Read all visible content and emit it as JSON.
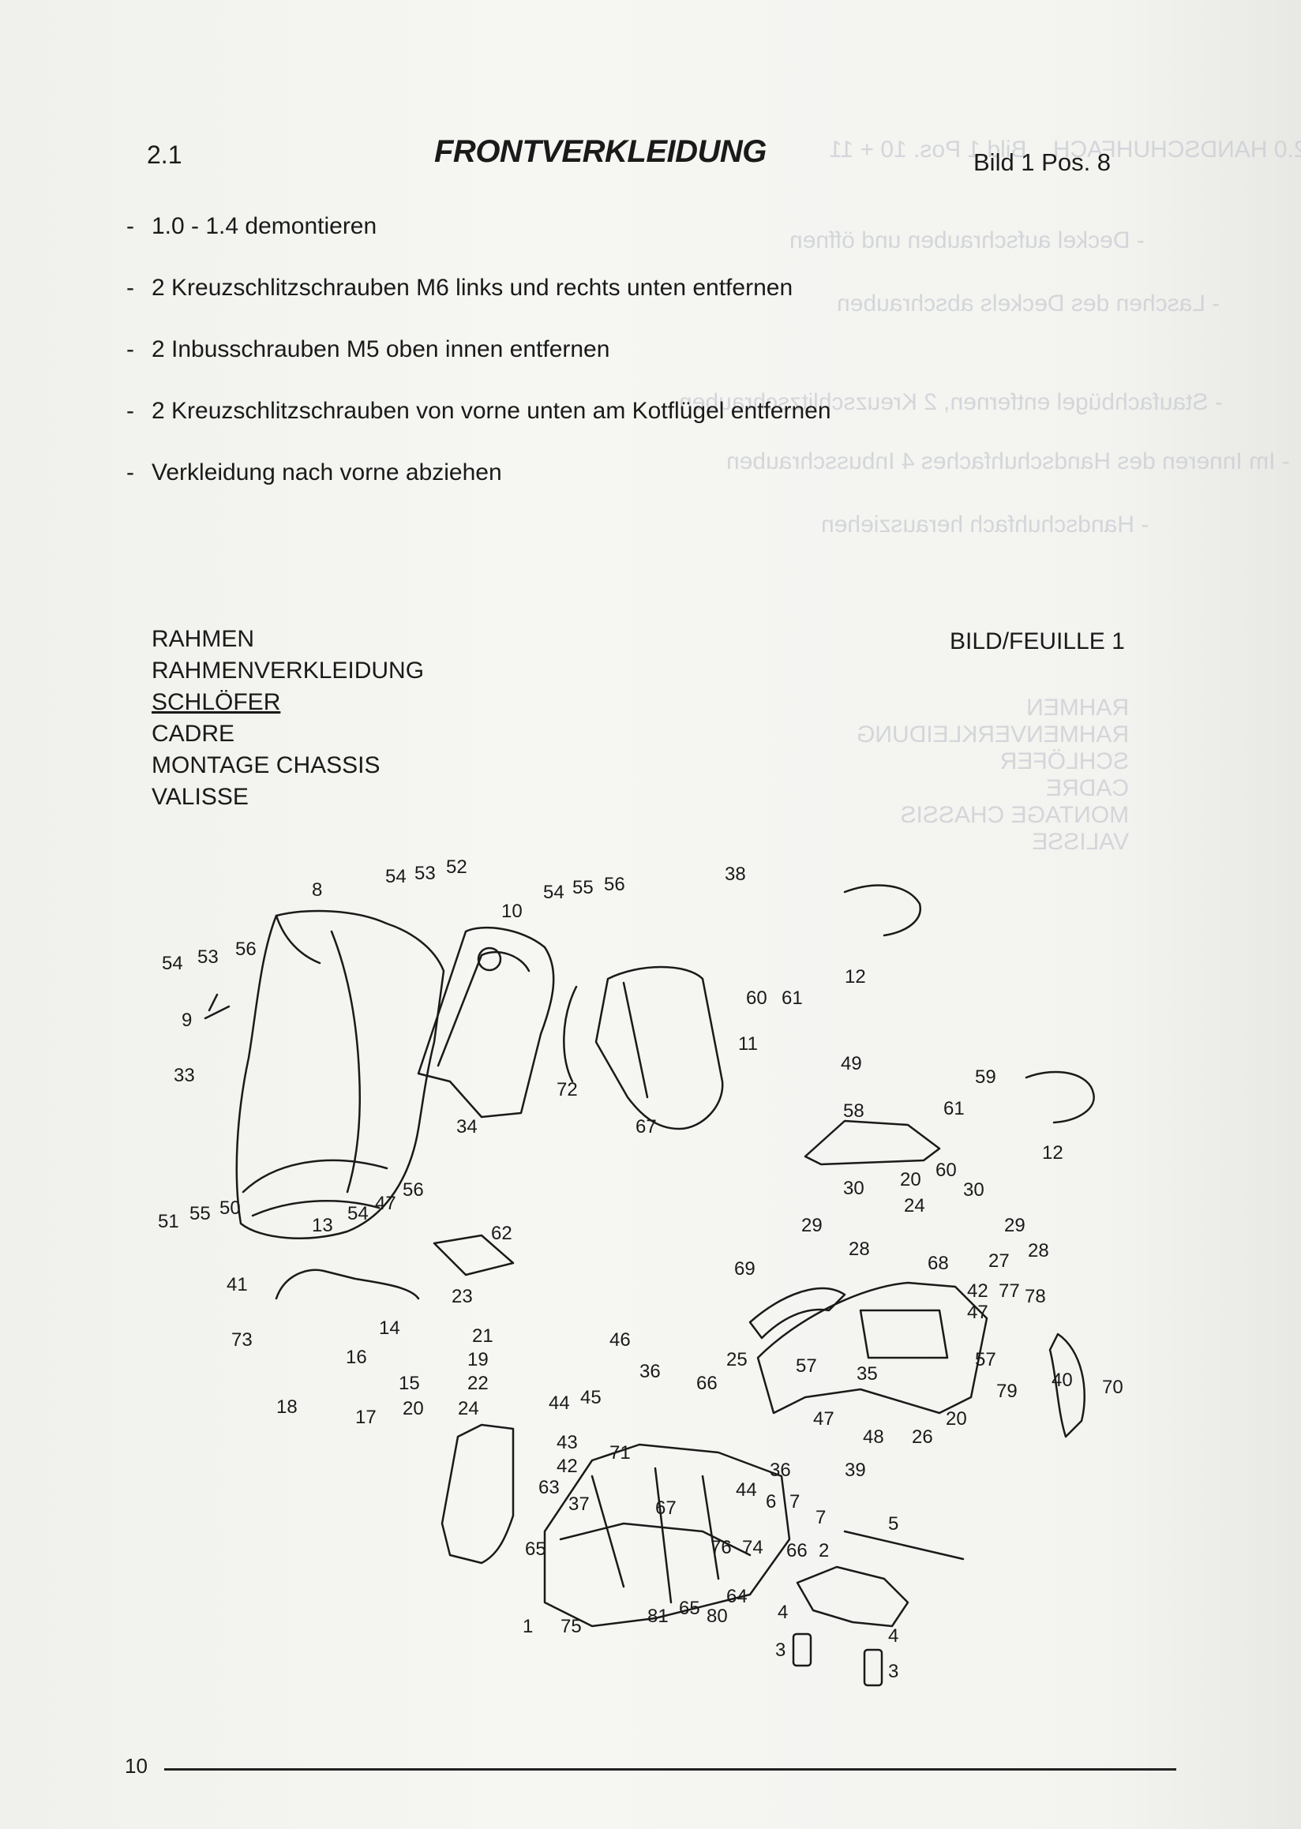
{
  "section": {
    "number": "2.1",
    "title": "FRONTVERKLEIDUNG",
    "ref": "Bild 1 Pos. 8"
  },
  "steps": [
    "1.0 - 1.4 demontieren",
    "2 Kreuzschlitzschrauben M6 links und rechts unten entfernen",
    "2 Inbusschrauben M5 oben innen entfernen",
    "2 Kreuzschlitzschrauben von vorne unten am Kotflügel entfernen",
    "Verkleidung nach vorne abziehen"
  ],
  "step_bullet": "-",
  "figure_labels": [
    "RAHMEN",
    "RAHMENVERKLEIDUNG",
    "SCHLÖFER",
    "CADRE",
    "MONTAGE CHASSIS",
    "VALISSE"
  ],
  "figure_ref": "BILD/FEUILLE 1",
  "part_numbers": [
    "8",
    "54",
    "53",
    "52",
    "38",
    "10",
    "54",
    "55",
    "56",
    "54",
    "53",
    "56",
    "9",
    "60",
    "61",
    "12",
    "72",
    "11",
    "33",
    "34",
    "67",
    "49",
    "58",
    "59",
    "61",
    "12",
    "60",
    "51",
    "55",
    "50",
    "13",
    "54",
    "47",
    "56",
    "62",
    "20",
    "30",
    "30",
    "24",
    "29",
    "29",
    "28",
    "68",
    "27",
    "28",
    "69",
    "42",
    "77",
    "78",
    "47",
    "41",
    "23",
    "73",
    "14",
    "21",
    "16",
    "19",
    "22",
    "15",
    "18",
    "17",
    "20",
    "24",
    "46",
    "36",
    "66",
    "25",
    "57",
    "35",
    "57",
    "79",
    "40",
    "70",
    "45",
    "44",
    "20",
    "26",
    "47",
    "48",
    "39",
    "43",
    "42",
    "71",
    "63",
    "37",
    "67",
    "36",
    "44",
    "6",
    "7",
    "7",
    "5",
    "65",
    "76",
    "74",
    "66",
    "2",
    "64",
    "1",
    "75",
    "81",
    "65",
    "80",
    "4",
    "4",
    "3",
    "3"
  ],
  "page_number": "10"
}
